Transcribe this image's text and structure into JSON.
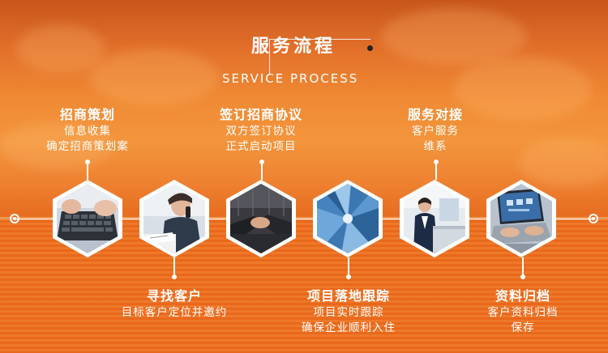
{
  "header": {
    "title_cn": "服务流程",
    "title_en": "SERVICE PROCESS"
  },
  "steps": [
    {
      "title": "招商策划",
      "lines": [
        "信息收集",
        "确定招商策划案"
      ],
      "image": "laptop-keyboard-photo"
    },
    {
      "title": "寻找客户",
      "lines": [
        "目标客户定位并邀约"
      ],
      "image": "phone-call-photo"
    },
    {
      "title": "签订招商协议",
      "lines": [
        "双方签订协议",
        "正式启动项目"
      ],
      "image": "handshake-photo"
    },
    {
      "title": "项目落地跟踪",
      "lines": [
        "项目实时跟踪",
        "确保企业顺利入住"
      ],
      "image": "skyscraper-photo"
    },
    {
      "title": "服务对接",
      "lines": [
        "客户服务",
        "维系"
      ],
      "image": "reception-desk-photo"
    },
    {
      "title": "资料归档",
      "lines": [
        "客户资料归档",
        "保存"
      ],
      "image": "laptop-typing-photo"
    }
  ],
  "colors": {
    "sky_top": "#c8561c",
    "sky_mid": "#f3953c",
    "sea": "#e9681c",
    "line": "#ffffff"
  }
}
